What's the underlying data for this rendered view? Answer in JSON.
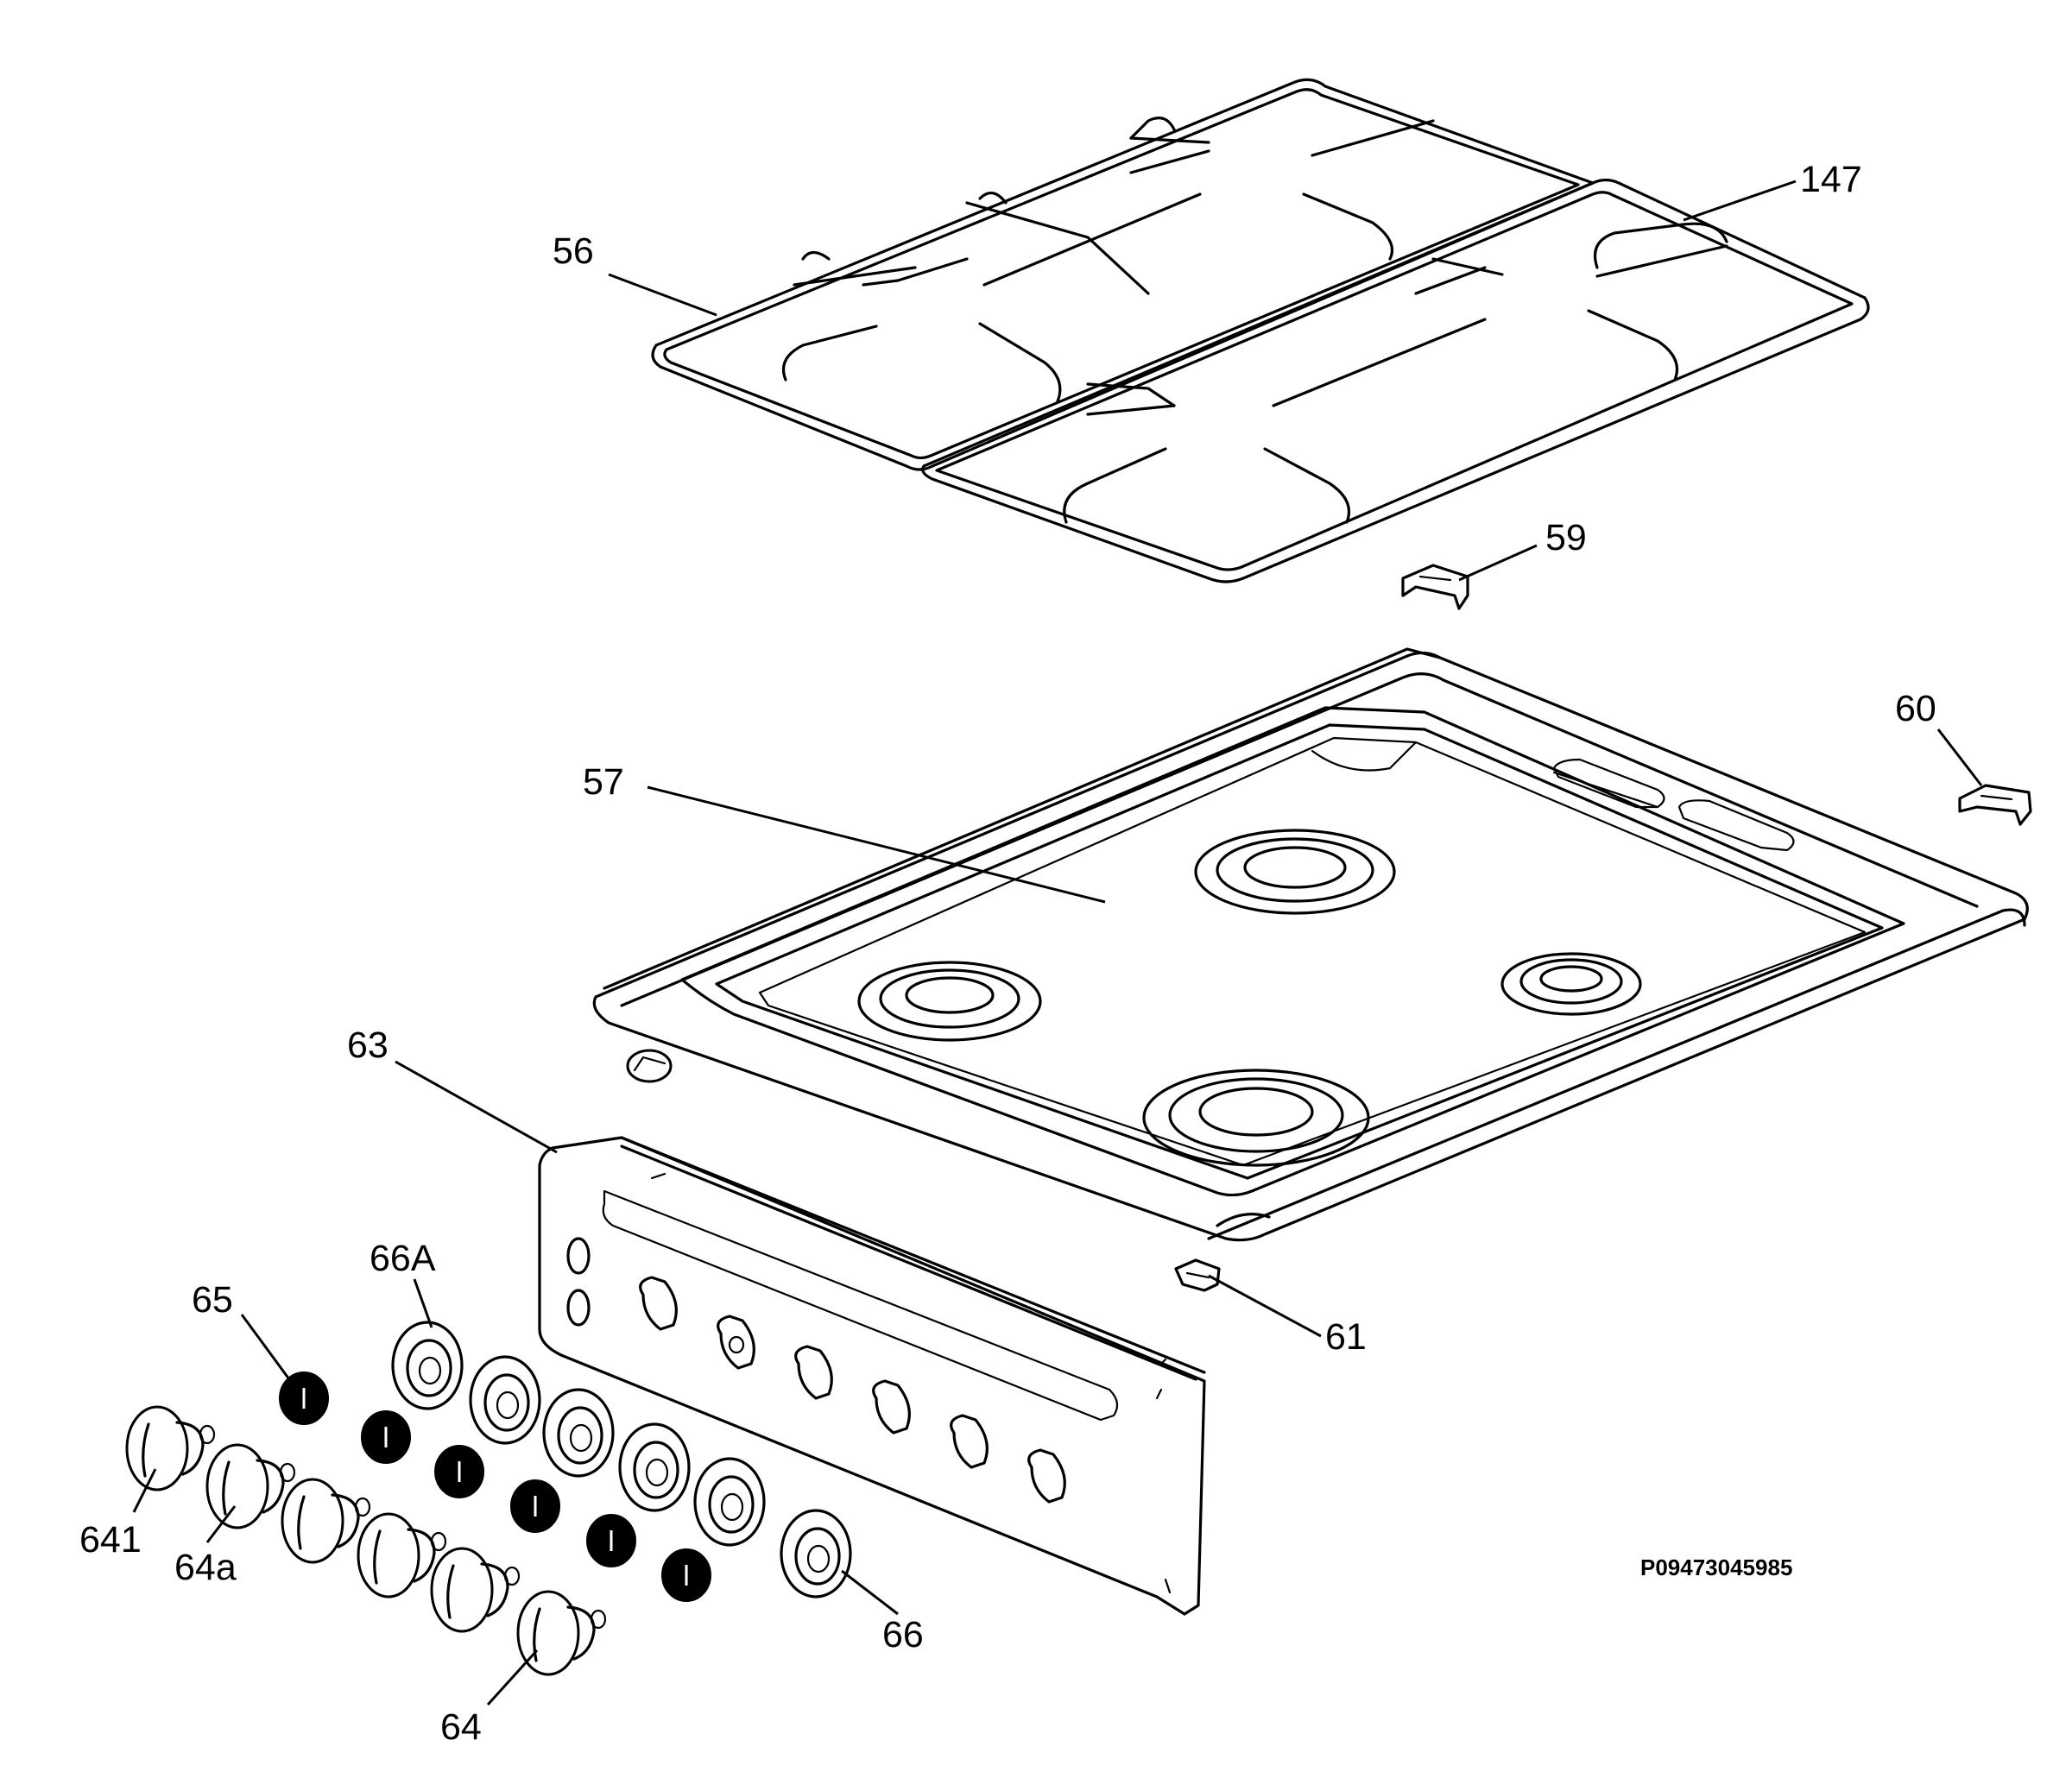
{
  "diagram": {
    "document_code": "P09473045985",
    "labels": {
      "grid_left": "56",
      "grid_right": "147",
      "clip_top": "59",
      "hob_top": "57",
      "clip_right": "60",
      "control_panel": "63",
      "clip_front": "61",
      "bezel_top": "66A",
      "bezel_bottom": "66",
      "button": "65",
      "knob_large": "641",
      "knob_a": "64a",
      "knob": "64"
    }
  }
}
